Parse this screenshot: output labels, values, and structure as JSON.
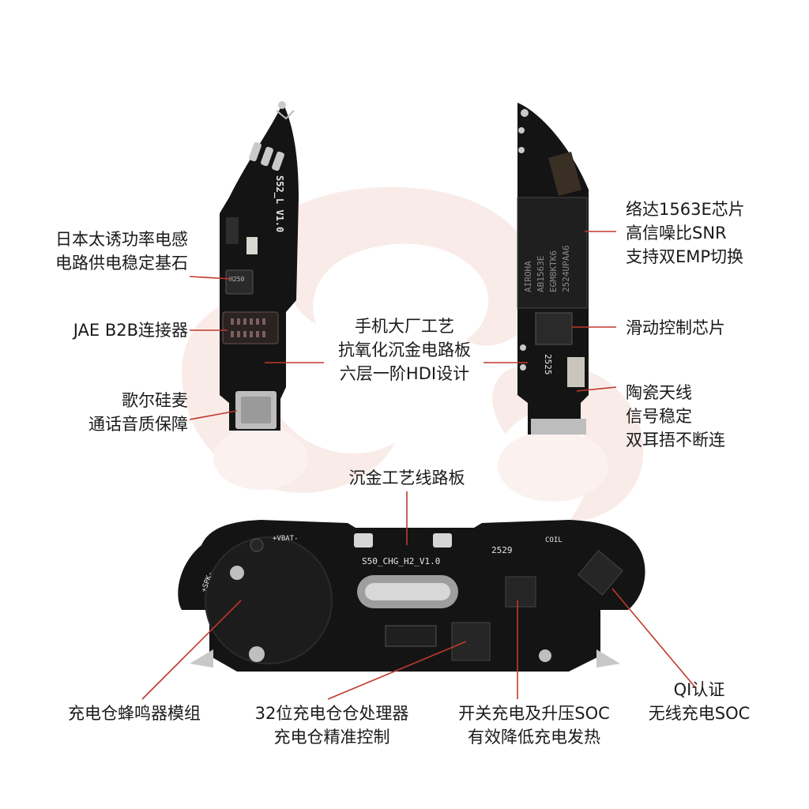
{
  "labels": {
    "inductor": [
      "日本太诱功率电感",
      "电路供电稳定基石"
    ],
    "b2b": [
      "JAE B2B连接器"
    ],
    "mic": [
      "歌尔硅麦",
      "通话音质保障"
    ],
    "process": [
      "手机大厂工艺",
      "抗氧化沉金电路板",
      "六层一阶HDI设计"
    ],
    "chip": [
      "络达1563E芯片",
      "高信噪比SNR",
      "支持双EMP切换"
    ],
    "slide": [
      "滑动控制芯片"
    ],
    "antenna": [
      "陶瓷天线",
      "信号稳定",
      "双耳捂不断连"
    ],
    "gold": [
      "沉金工艺线路板"
    ],
    "buzzer": [
      "充电仓蜂鸣器模组"
    ],
    "mcu": [
      "32位充电仓仓处理器",
      "充电仓精准控制"
    ],
    "soc": [
      "开关充电及升压SOC",
      "有效降低充电发热"
    ],
    "qi": [
      "QI认证",
      "无线充电SOC"
    ]
  },
  "silkscreen": {
    "left_board": "S52_L V1.0",
    "right_chip_1": "AIROHA",
    "right_chip_2": "AB1563E",
    "right_chip_3": "EGM8KTK6",
    "right_chip_4": "2524UPAA6",
    "right_num": "2525",
    "bottom_board": "S50_CHG_H2_V1.0",
    "bottom_vbat": "+VBAT-",
    "bottom_spk": "+SPK-",
    "bottom_coil": "COIL",
    "bottom_num": "2529",
    "inductor_mark": "H250"
  },
  "colors": {
    "pcb": "#141414",
    "gold": "#c9c9c9",
    "leader": "#c0392b",
    "watermark": "#f4dcd6"
  }
}
